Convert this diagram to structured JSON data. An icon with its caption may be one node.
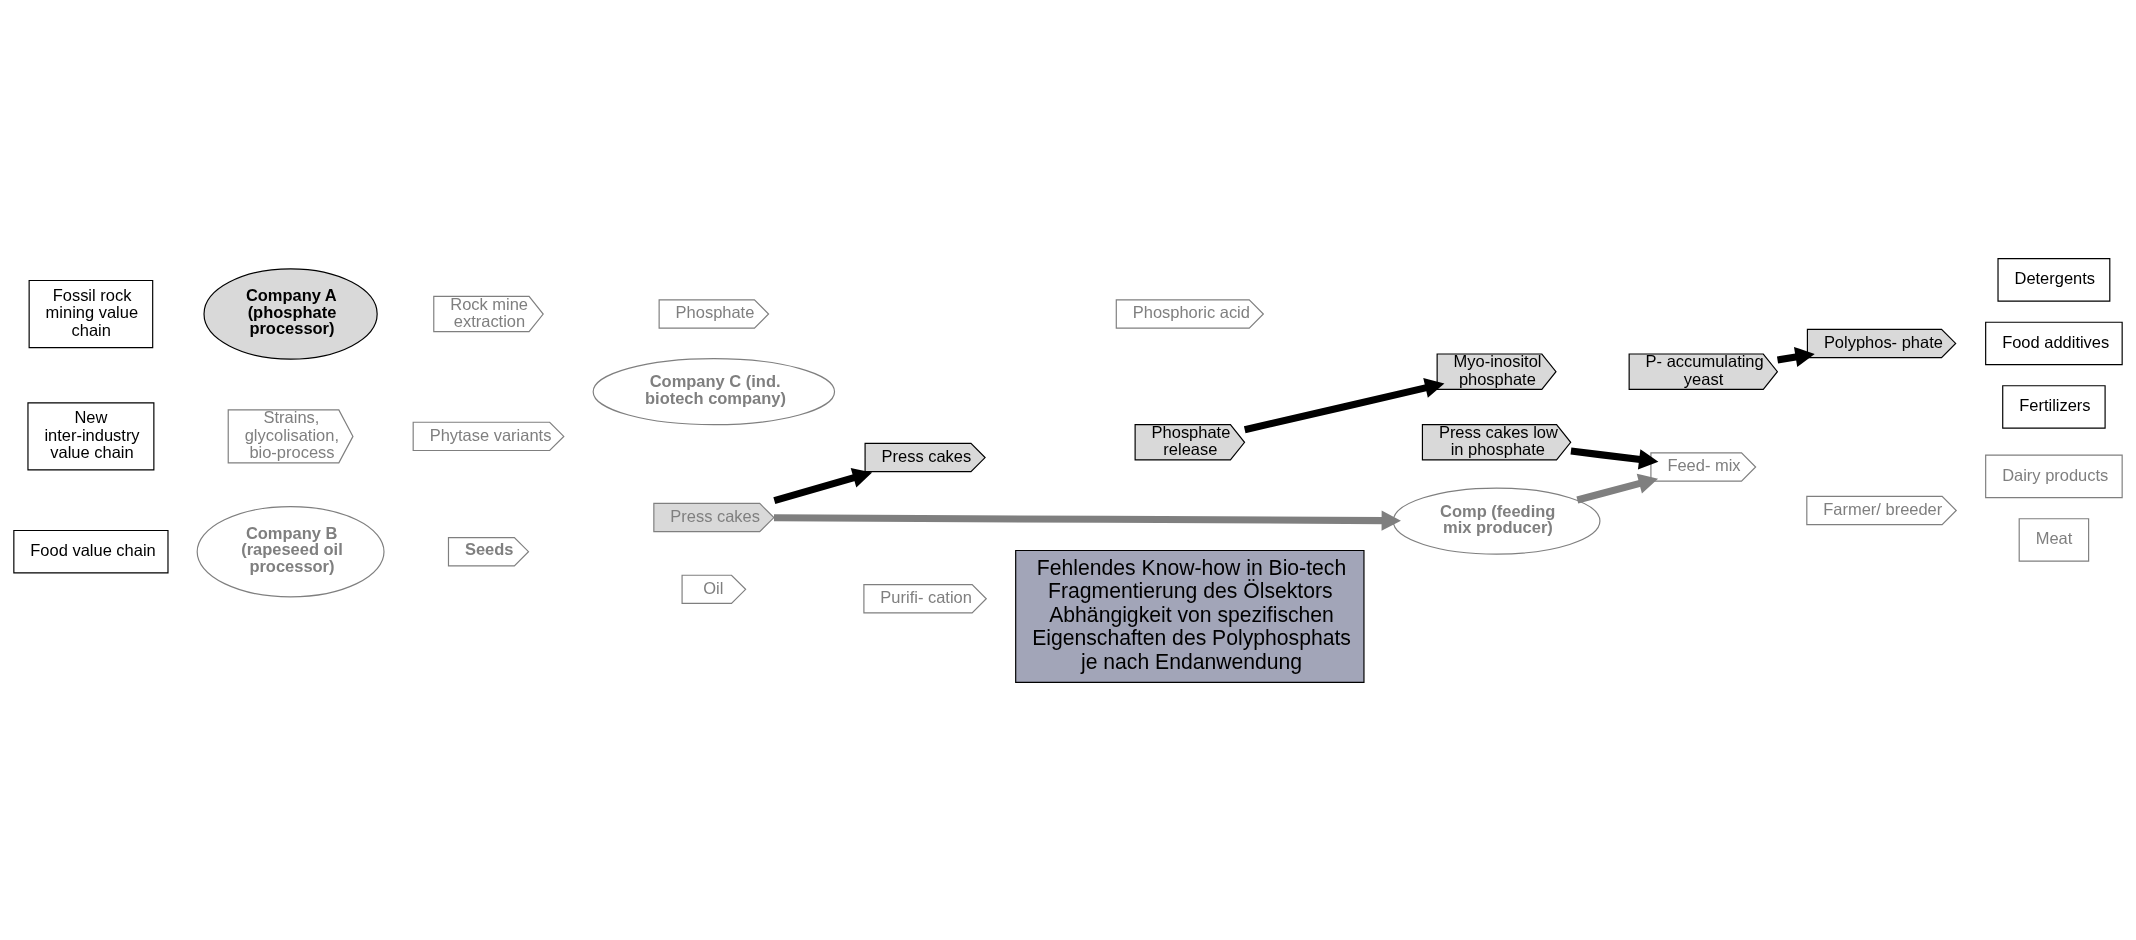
{
  "diagram": {
    "nodes": [
      {
        "text": [
          "Fehlendes Know-how in Bio-tech",
          "Fragmentierung des Ölsektors",
          "Abhängigkeit von spezifischen Eigenschaften des Polyphosphats je nach Endanwendung"
        ]
      },
      {
        "text": [
          "Food value chain"
        ]
      },
      {
        "text": [
          "New inter-industry value chain"
        ]
      },
      {
        "text": [
          "Fossil rock mining value chain"
        ]
      },
      {
        "text": [
          "Company B (rapeseed oil processor)"
        ]
      },
      {
        "text": [
          "Seeds"
        ]
      },
      {
        "text": [
          "Oil"
        ]
      },
      {
        "text": [
          "Purifi- cation"
        ]
      },
      {
        "text": [
          "Press cakes"
        ]
      },
      {
        "text": [
          "Comp (feeding mix producer)"
        ]
      },
      {
        "text": [
          "Feed- mix"
        ]
      },
      {
        "text": [
          "Farmer/ breeder"
        ]
      },
      {
        "text": [
          "Meat"
        ]
      },
      {
        "text": [
          "Dairy products"
        ]
      },
      {
        "text": [
          "Strains, glycolisation, bio-process"
        ]
      },
      {
        "text": [
          "Phytase variants"
        ]
      },
      {
        "text": [
          "Press cakes"
        ]
      },
      {
        "text": [
          "Phosphate release"
        ]
      },
      {
        "text": [
          "Press cakes low in phosphate"
        ]
      },
      {
        "text": [
          "Company C (ind. biotech company)"
        ]
      },
      {
        "text": [
          "Myo-inositol phosphate"
        ]
      },
      {
        "text": [
          "P- accumulating yeast"
        ]
      },
      {
        "text": [
          "Company A (phosphate processor)"
        ]
      },
      {
        "text": [
          "Rock mine extraction"
        ]
      },
      {
        "text": [
          "Phosphate"
        ]
      },
      {
        "text": [
          "Phosphoric acid"
        ]
      },
      {
        "text": [
          "Polyphos- phate"
        ]
      },
      {
        "text": [
          "Fertilizers"
        ]
      },
      {
        "text": [
          "Food additives"
        ]
      },
      {
        "text": [
          "Detergents"
        ]
      }
    ],
    "edges": [
      {
        "from": 8,
        "to": 16,
        "arrow": "to"
      },
      {
        "from": 8,
        "to": 9,
        "arrow": "to",
        "color": "#7f7f7f"
      },
      {
        "from": 9,
        "to": 10,
        "arrow": "to",
        "color": "#7f7f7f"
      },
      {
        "from": 18,
        "to": 10,
        "arrow": "to"
      },
      {
        "from": 17,
        "to": 20,
        "arrow": "to"
      },
      {
        "from": 21,
        "to": 26,
        "arrow": "to"
      }
    ]
  }
}
